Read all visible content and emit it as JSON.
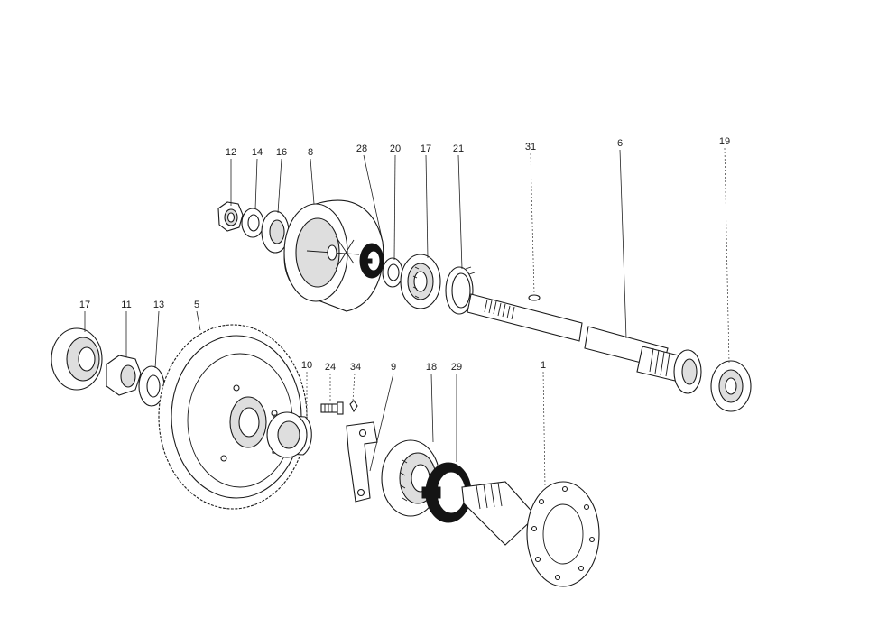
{
  "diagram": {
    "labels": {
      "p12": "12",
      "p14": "14",
      "p16": "16",
      "p8": "8",
      "p28": "28",
      "p20": "20",
      "p17a": "17",
      "p21": "21",
      "p31": "31",
      "p6": "6",
      "p19": "19",
      "p17b": "17",
      "p11": "11",
      "p13": "13",
      "p5": "5",
      "p10": "10",
      "p24": "24",
      "p34": "34",
      "p9": "9",
      "p18": "18",
      "p29": "29",
      "p1": "1"
    }
  }
}
